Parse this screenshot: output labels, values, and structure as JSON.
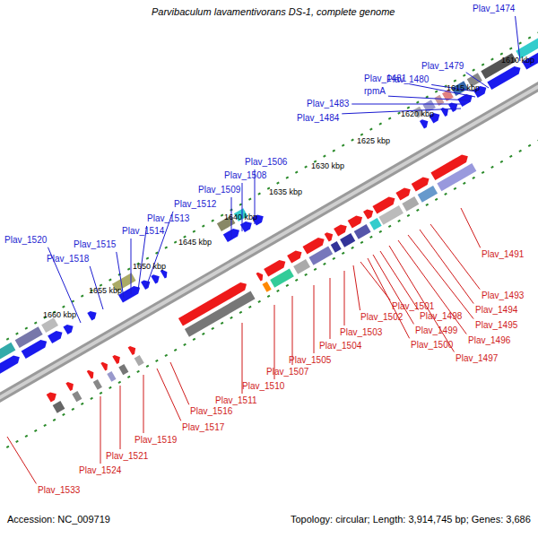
{
  "diagram": {
    "title": "Parvibaculum lavamentivorans DS-1, complete genome",
    "labels": [
      "1610 kbp",
      "1615 kbp",
      "1620 kbp",
      "1625 kbp",
      "1630 kbp",
      "1635 kbp",
      "1640 kbp",
      "1645 kbp",
      "1650 kbp",
      "1655 kbp",
      "1660 kbp",
      "Plav_1474",
      "Plav_1479",
      "Plav_1480",
      "Plav_1481",
      "rpmA",
      "Plav_1483",
      "Plav_1484",
      "Plav_1506",
      "Plav_1508",
      "Plav_1509",
      "Plav_1512",
      "Plav_1513",
      "Plav_1514",
      "Plav_1515",
      "Plav_1518",
      "Plav_1520",
      "Plav_1491",
      "Plav_1493",
      "Plav_1494",
      "Plav_1495",
      "Plav_1496",
      "Plav_1497",
      "Plav_1498",
      "Plav_1499",
      "Plav_1500",
      "Plav_1501",
      "Plav_1502",
      "Plav_1503",
      "Plav_1504",
      "Plav_1505",
      "Plav_1507",
      "Plav_1510",
      "Plav_1511",
      "Plav_1516",
      "Plav_1517",
      "Plav_1519",
      "Plav_1521",
      "Plav_1524",
      "Plav_1533",
      "Accession: NC_009719",
      "Topology: circular; Length: 3,914,745 bp; Genes: 3,686"
    ]
  }
}
